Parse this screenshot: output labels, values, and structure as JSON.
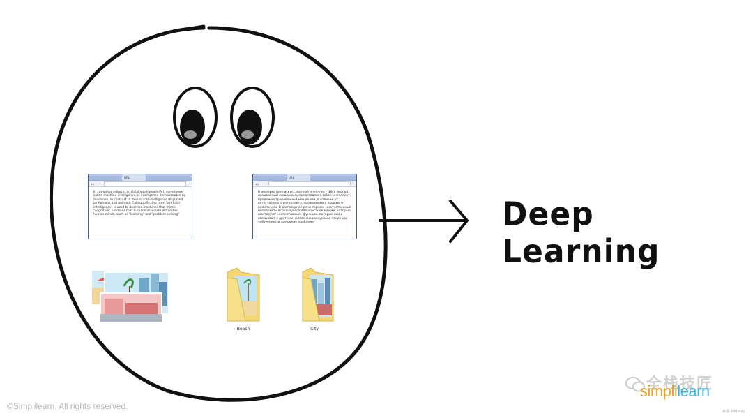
{
  "label": "Deep Learning",
  "browser_left": {
    "tab": "URL",
    "text": "In computer science, artificial intelligence (AI), sometimes called machine intelligence, is intelligence demonstrated by machines, in contrast to the natural intelligence displayed by humans and animals. Colloquially, the term \"artificial intelligence\" is used to describe machines that mimic \"cognitive\" functions that humans associate with other human minds, such as \"learning\" and \"problem solving\""
  },
  "browser_right": {
    "tab": "URL",
    "text": "В информатике искусственный интеллект (ИИ), иногда называемый машинным, представляет собой интеллект, продемонстрированный машинами, в отличие от естественного интеллекта, проявляемого людьми и животными. В разговорной речи термин «искусственный интеллект» используется для описания машин, которые имитируют «когнитивные» функции, которые люди связывают с другими человеческими умами, такие как «обучение» и «решение проблем»"
  },
  "folders": [
    {
      "label": "Beach"
    },
    {
      "label": "City"
    }
  ],
  "footer": {
    "copyright": "©Simplilearn. All rights reserved.",
    "brand_simpli": "simpli",
    "brand_learn": "learn",
    "watermark": "全栈技匠",
    "tiny": "来源:网络only"
  },
  "colors": {
    "outline": "#111111",
    "folder": "#f3d774",
    "browser_frame": "#4a5e8a",
    "brand_orange": "#e9a52c",
    "brand_blue": "#3fb3e0"
  }
}
